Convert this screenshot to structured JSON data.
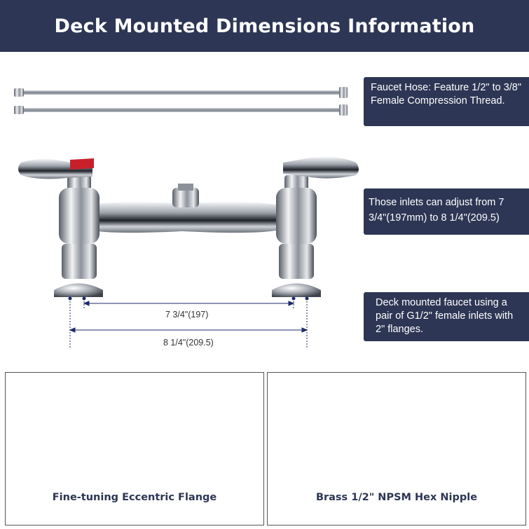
{
  "header": {
    "title": "Deck Mounted Dimensions Information"
  },
  "callouts": {
    "hose": "Faucet Hose: Feature 1/2\" to 3/8\" Female Compression Thread.",
    "inlets": "Those inlets can adjust from 7 3/4\"(197mm) to 8 1/4\"(209.5)",
    "deck": "Deck mounted faucet using a pair of G1/2\" female inlets with 2\" flanges."
  },
  "dimensions": {
    "inner": "7 3/4\"(197)",
    "outer": "8 1/4\"(209.5)"
  },
  "panels": {
    "flange_caption": "Fine-tuning Eccentric Flange",
    "nipple_caption": "Brass 1/2\" NPSM Hex Nipple"
  },
  "colors": {
    "banner": "#2d3654",
    "chrome": "#c9ccd3",
    "brass": "#c49a3a",
    "hot": "#c8202a"
  }
}
